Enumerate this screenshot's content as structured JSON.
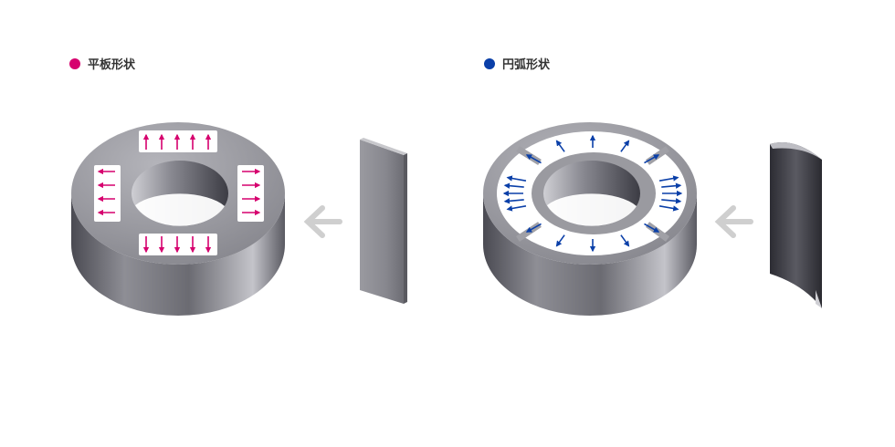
{
  "labels": {
    "flat": {
      "text": "平板形状",
      "color": "#d6006e"
    },
    "arc": {
      "text": "円弧形状",
      "color": "#0a3fa8"
    }
  },
  "colors": {
    "metal_dark": "#4a4a52",
    "metal_light": "#a8a8ae",
    "magnet_face": "#ffffff",
    "arrow_flat": "#d6006e",
    "arrow_arc": "#0a3fa8",
    "guide_arrow": "#cfcfcf"
  },
  "icons": [
    "flat-magnet-ring",
    "arc-magnet-ring",
    "flat-magnet-plate",
    "arc-magnet-shell",
    "insert-arrow-icon"
  ]
}
